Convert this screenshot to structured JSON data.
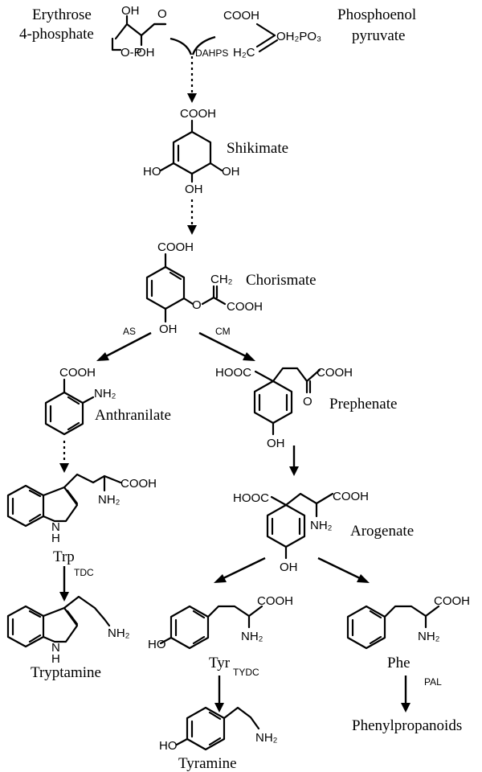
{
  "compounds": {
    "erythrose": {
      "line1": "Erythrose",
      "line2": "4-phosphate",
      "oh1": "OH",
      "oh2": "OH",
      "op": "O-P",
      "ald": "O"
    },
    "pep": {
      "line1": "Phosphoenol",
      "line2": "pyruvate",
      "cooh": "COOH",
      "oh2po3": "OH₂PO₃",
      "h2c": "H₂C"
    },
    "shikimate": {
      "name": "Shikimate",
      "cooh": "COOH",
      "ho1": "HO",
      "oh1": "OH",
      "oh2": "OH"
    },
    "chorismate": {
      "name": "Chorismate",
      "cooh": "COOH",
      "ch2": "CH₂",
      "o": "O",
      "cooh2": "COOH",
      "oh": "OH"
    },
    "anthranilate": {
      "name": "Anthranilate",
      "cooh": "COOH",
      "nh2": "NH₂"
    },
    "prephenate": {
      "name": "Prephenate",
      "hooc": "HOOC",
      "cooh": "COOH",
      "o": "O",
      "oh": "OH"
    },
    "trp": {
      "name": "Trp",
      "cooh": "COOH",
      "nh2": "NH₂",
      "nh": "N",
      "h": "H"
    },
    "arogenate": {
      "name": "Arogenate",
      "hooc": "HOOC",
      "cooh": "COOH",
      "nh2": "NH₂",
      "oh": "OH"
    },
    "tryptamine": {
      "name": "Tryptamine",
      "nh2": "NH₂",
      "nh": "N",
      "h": "H"
    },
    "tyr": {
      "name": "Tyr",
      "cooh": "COOH",
      "nh2": "NH₂",
      "ho": "HO"
    },
    "phe": {
      "name": "Phe",
      "cooh": "COOH",
      "nh2": "NH₂"
    },
    "tyramine": {
      "name": "Tyramine",
      "nh2": "NH₂",
      "ho": "HO"
    },
    "phenylpropanoids": {
      "name": "Phenylpropanoids"
    }
  },
  "enzymes": {
    "dahps": "DAHPS",
    "as": "AS",
    "cm": "CM",
    "tdc": "TDC",
    "tydc": "TYDC",
    "pal": "PAL"
  }
}
